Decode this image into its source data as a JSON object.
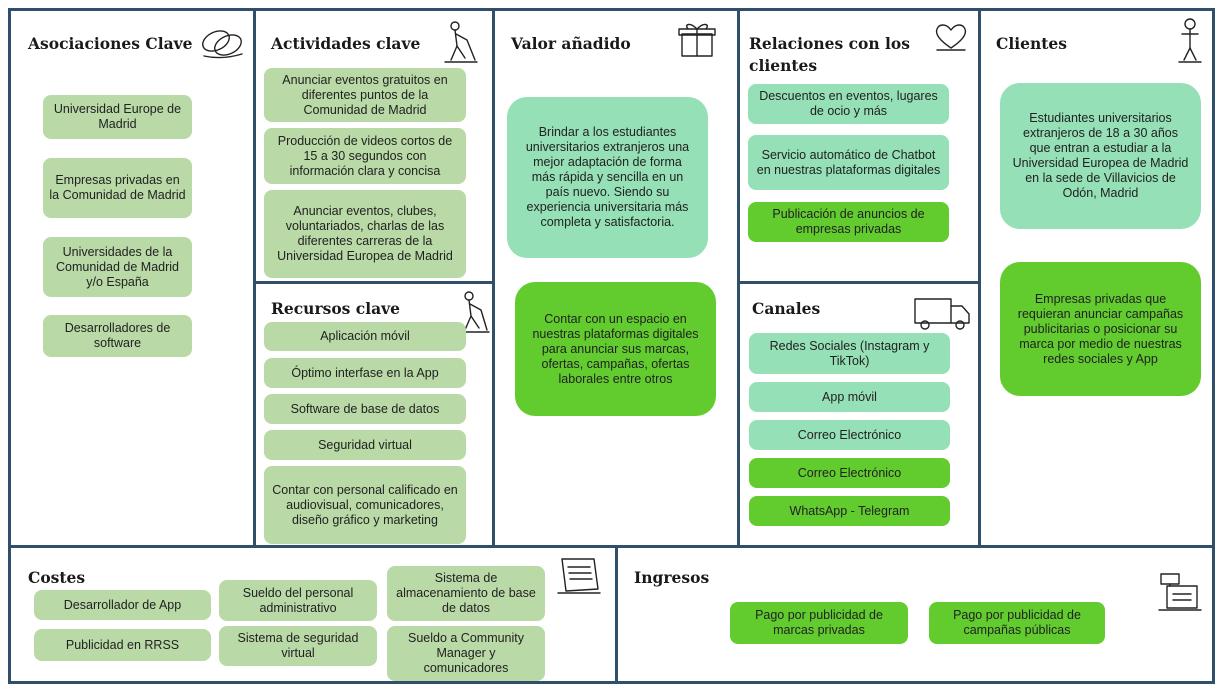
{
  "asociaciones": {
    "title": "Asociaciones Clave",
    "icon": "chain-link-icon",
    "items": [
      "Universidad Europe de Madrid",
      "Empresas privadas en la Comunidad de Madrid",
      "Universidades de la Comunidad de Madrid y/o España",
      "Desarrolladores de software"
    ]
  },
  "actividades": {
    "title": "Actividades clave",
    "icon": "worker-icon",
    "items": [
      "Anunciar eventos gratuitos en diferentes puntos de la Comunidad de Madrid",
      "Producción de videos cortos de 15 a 30 segundos con información clara y concisa",
      "Anunciar eventos, clubes, voluntariados, charlas de las diferentes carreras de la Universidad Europea de Madrid"
    ]
  },
  "recursos": {
    "title": "Recursos clave",
    "icon": "worker-icon",
    "items": [
      "Aplicación móvil",
      "Óptimo interfase en la App",
      "Software de base de datos",
      "Seguridad virtual",
      "Contar con personal calificado en audiovisual, comunicadores, diseño gráfico y marketing"
    ]
  },
  "valor": {
    "title": "Valor añadido",
    "icon": "gift-icon",
    "items": [
      "Brindar a los estudiantes universitarios extranjeros una mejor adaptación de forma más rápida y sencilla en un país nuevo. Siendo su experiencia universitaria más completa y satisfactoria.",
      "Contar con un espacio en nuestras plataformas digitales para anunciar sus marcas, ofertas, campañas, ofertas laborales entre otros"
    ]
  },
  "relaciones": {
    "title": "Relaciones con los clientes",
    "icon": "heart-icon",
    "items": [
      "Descuentos en eventos, lugares de ocio y más",
      "Servicio automático de Chatbot en nuestras plataformas digitales",
      "Publicación de anuncios de empresas privadas"
    ]
  },
  "canales": {
    "title": "Canales",
    "icon": "truck-icon",
    "items": [
      "Redes Sociales (Instagram y TikTok)",
      "App móvil",
      "Correo Electrónico",
      "Correo Electrónico",
      "WhatsApp - Telegram"
    ]
  },
  "clientes": {
    "title": "Clientes",
    "icon": "person-icon",
    "items": [
      "Estudiantes universitarios extranjeros de 18 a 30 años que entran a estudiar a la Universidad Europea de Madrid en la sede de Villavicios de Odón, Madrid",
      "Empresas privadas que requieran anunciar campañas publicitarias o posicionar su marca por medio de nuestras redes sociales y App"
    ]
  },
  "costes": {
    "title": "Costes",
    "icon": "receipt-icon",
    "items": [
      "Desarrollador de App",
      "Publicidad en RRSS",
      "Sueldo del personal administrativo",
      "Sistema de seguridad virtual",
      "Sistema de almacenamiento de base de datos",
      "Sueldo a Community Manager y comunicadores"
    ]
  },
  "ingresos": {
    "title": "Ingresos",
    "icon": "cash-register-icon",
    "items": [
      "Pago por publicidad de marcas privadas",
      "Pago por publicidad de campañas públicas"
    ]
  },
  "colors": {
    "border": "#2f4f6b",
    "note_sage": "#b9d9a6",
    "note_mint": "#95e0b6",
    "note_lime": "#62cc2f"
  }
}
